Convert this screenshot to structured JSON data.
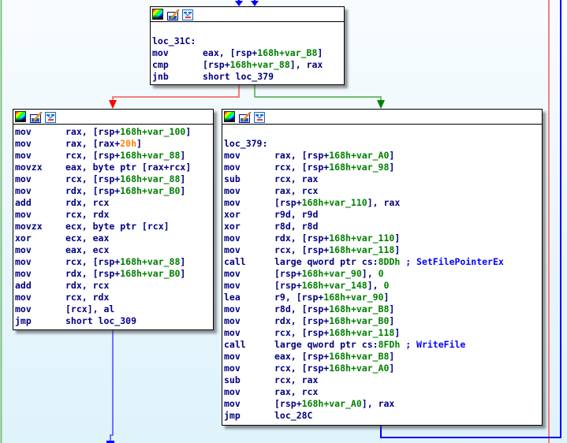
{
  "colors": {
    "background_top": "#f8fcff",
    "background_bottom": "#dff3fb",
    "text_mnemonic": "#000080",
    "text_variable": "#008000",
    "text_constant_hex": "#ff8000",
    "text_comment": "#0000ff",
    "edge_true": "#008000",
    "edge_false": "#ff0000",
    "edge_jump": "#0000ff"
  },
  "header_icons": [
    "color-palette-icon",
    "edit-pencil-icon",
    "graph-overview-icon"
  ],
  "nodes": {
    "top": {
      "label": "loc_31C:",
      "lines": [
        {
          "mn": "mov",
          "parts": [
            {
              "t": "eax, [rsp+"
            },
            {
              "t": "168h+var_B8",
              "c": "g"
            },
            {
              "t": "]"
            }
          ]
        },
        {
          "mn": "cmp",
          "parts": [
            {
              "t": "[rsp+"
            },
            {
              "t": "168h+var_88",
              "c": "g"
            },
            {
              "t": "], rax"
            }
          ]
        },
        {
          "mn": "jnb",
          "parts": [
            {
              "t": "short loc_379"
            }
          ]
        }
      ]
    },
    "left": {
      "label": "",
      "lines": [
        {
          "mn": "mov",
          "parts": [
            {
              "t": "rax, [rsp+"
            },
            {
              "t": "168h+var_100",
              "c": "g"
            },
            {
              "t": "]"
            }
          ]
        },
        {
          "mn": "mov",
          "parts": [
            {
              "t": "rax, [rax+"
            },
            {
              "t": "20h",
              "c": "o"
            },
            {
              "t": "]"
            }
          ]
        },
        {
          "mn": "mov",
          "parts": [
            {
              "t": "rcx, [rsp+"
            },
            {
              "t": "168h+var_88",
              "c": "g"
            },
            {
              "t": "]"
            }
          ]
        },
        {
          "mn": "movzx",
          "parts": [
            {
              "t": "eax, byte ptr [rax+rcx]"
            }
          ]
        },
        {
          "mn": "mov",
          "parts": [
            {
              "t": "rcx, [rsp+"
            },
            {
              "t": "168h+var_88",
              "c": "g"
            },
            {
              "t": "]"
            }
          ]
        },
        {
          "mn": "mov",
          "parts": [
            {
              "t": "rdx, [rsp+"
            },
            {
              "t": "168h+var_B0",
              "c": "g"
            },
            {
              "t": "]"
            }
          ]
        },
        {
          "mn": "add",
          "parts": [
            {
              "t": "rdx, rcx"
            }
          ]
        },
        {
          "mn": "mov",
          "parts": [
            {
              "t": "rcx, rdx"
            }
          ]
        },
        {
          "mn": "movzx",
          "parts": [
            {
              "t": "ecx, byte ptr [rcx]"
            }
          ]
        },
        {
          "mn": "xor",
          "parts": [
            {
              "t": "ecx, eax"
            }
          ]
        },
        {
          "mn": "mov",
          "parts": [
            {
              "t": "eax, ecx"
            }
          ]
        },
        {
          "mn": "mov",
          "parts": [
            {
              "t": "rcx, [rsp+"
            },
            {
              "t": "168h+var_88",
              "c": "g"
            },
            {
              "t": "]"
            }
          ]
        },
        {
          "mn": "mov",
          "parts": [
            {
              "t": "rdx, [rsp+"
            },
            {
              "t": "168h+var_B0",
              "c": "g"
            },
            {
              "t": "]"
            }
          ]
        },
        {
          "mn": "add",
          "parts": [
            {
              "t": "rdx, rcx"
            }
          ]
        },
        {
          "mn": "mov",
          "parts": [
            {
              "t": "rcx, rdx"
            }
          ]
        },
        {
          "mn": "mov",
          "parts": [
            {
              "t": "[rcx], al"
            }
          ]
        },
        {
          "mn": "jmp",
          "parts": [
            {
              "t": "short loc_309"
            }
          ]
        }
      ]
    },
    "right": {
      "label": "loc_379:",
      "lines": [
        {
          "mn": "mov",
          "parts": [
            {
              "t": "rax, [rsp+"
            },
            {
              "t": "168h+var_A0",
              "c": "g"
            },
            {
              "t": "]"
            }
          ]
        },
        {
          "mn": "mov",
          "parts": [
            {
              "t": "rcx, [rsp+"
            },
            {
              "t": "168h+var_98",
              "c": "g"
            },
            {
              "t": "]"
            }
          ]
        },
        {
          "mn": "sub",
          "parts": [
            {
              "t": "rcx, rax"
            }
          ]
        },
        {
          "mn": "mov",
          "parts": [
            {
              "t": "rax, rcx"
            }
          ]
        },
        {
          "mn": "mov",
          "parts": [
            {
              "t": "[rsp+"
            },
            {
              "t": "168h+var_110",
              "c": "g"
            },
            {
              "t": "], rax"
            }
          ]
        },
        {
          "mn": "xor",
          "parts": [
            {
              "t": "r9d, r9d"
            }
          ]
        },
        {
          "mn": "xor",
          "parts": [
            {
              "t": "r8d, r8d"
            }
          ]
        },
        {
          "mn": "mov",
          "parts": [
            {
              "t": "rdx, [rsp+"
            },
            {
              "t": "168h+var_110",
              "c": "g"
            },
            {
              "t": "]"
            }
          ]
        },
        {
          "mn": "mov",
          "parts": [
            {
              "t": "rcx, [rsp+"
            },
            {
              "t": "168h+var_118",
              "c": "g"
            },
            {
              "t": "]"
            }
          ]
        },
        {
          "mn": "call",
          "parts": [
            {
              "t": "large qword ptr cs:"
            },
            {
              "t": "8DDh",
              "c": "g"
            },
            {
              "t": " ; SetFilePointerEx",
              "c": "b"
            }
          ]
        },
        {
          "mn": "mov",
          "parts": [
            {
              "t": "[rsp+"
            },
            {
              "t": "168h+var_90",
              "c": "g"
            },
            {
              "t": "], "
            },
            {
              "t": "0",
              "c": "g"
            }
          ]
        },
        {
          "mn": "mov",
          "parts": [
            {
              "t": "[rsp+"
            },
            {
              "t": "168h+var_148",
              "c": "g"
            },
            {
              "t": "], "
            },
            {
              "t": "0",
              "c": "g"
            }
          ]
        },
        {
          "mn": "lea",
          "parts": [
            {
              "t": "r9, [rsp+"
            },
            {
              "t": "168h+var_90",
              "c": "g"
            },
            {
              "t": "]"
            }
          ]
        },
        {
          "mn": "mov",
          "parts": [
            {
              "t": "r8d, [rsp+"
            },
            {
              "t": "168h+var_B8",
              "c": "g"
            },
            {
              "t": "]"
            }
          ]
        },
        {
          "mn": "mov",
          "parts": [
            {
              "t": "rdx, [rsp+"
            },
            {
              "t": "168h+var_B0",
              "c": "g"
            },
            {
              "t": "]"
            }
          ]
        },
        {
          "mn": "mov",
          "parts": [
            {
              "t": "rcx, [rsp+"
            },
            {
              "t": "168h+var_118",
              "c": "g"
            },
            {
              "t": "]"
            }
          ]
        },
        {
          "mn": "call",
          "parts": [
            {
              "t": "large qword ptr cs:"
            },
            {
              "t": "8FDh",
              "c": "g"
            },
            {
              "t": " ; WriteFile",
              "c": "b"
            }
          ]
        },
        {
          "mn": "mov",
          "parts": [
            {
              "t": "eax, [rsp+"
            },
            {
              "t": "168h+var_B8",
              "c": "g"
            },
            {
              "t": "]"
            }
          ]
        },
        {
          "mn": "mov",
          "parts": [
            {
              "t": "rcx, [rsp+"
            },
            {
              "t": "168h+var_A0",
              "c": "g"
            },
            {
              "t": "]"
            }
          ]
        },
        {
          "mn": "sub",
          "parts": [
            {
              "t": "rcx, rax"
            }
          ]
        },
        {
          "mn": "mov",
          "parts": [
            {
              "t": "rax, rcx"
            }
          ]
        },
        {
          "mn": "mov",
          "parts": [
            {
              "t": "[rsp+"
            },
            {
              "t": "168h+var_A0",
              "c": "g"
            },
            {
              "t": "], rax"
            }
          ]
        },
        {
          "mn": "jmp",
          "parts": [
            {
              "t": "loc_28C"
            }
          ]
        }
      ]
    }
  }
}
